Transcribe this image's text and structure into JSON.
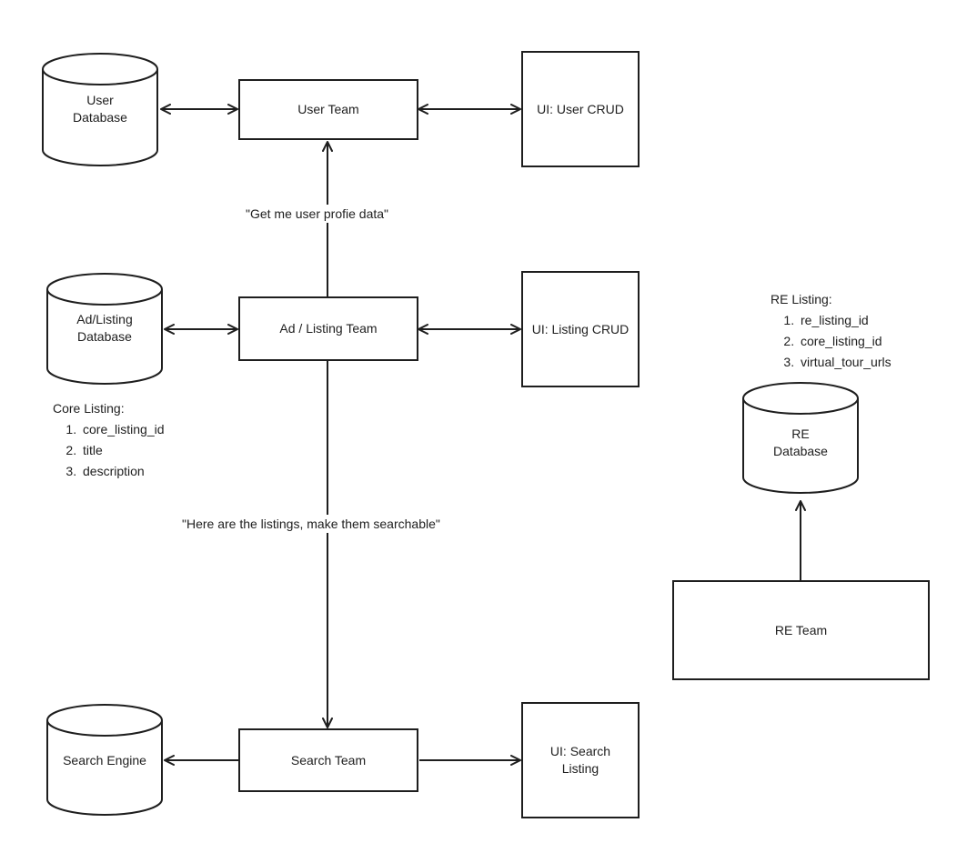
{
  "nodes": {
    "user_database": {
      "line1": "User",
      "line2": "Database"
    },
    "user_team": {
      "label": "User Team"
    },
    "ui_user_crud": {
      "label": "UI: User CRUD"
    },
    "listing_database": {
      "line1": "Ad/Listing",
      "line2": "Database"
    },
    "listing_team": {
      "label": "Ad / Listing Team"
    },
    "ui_listing_crud": {
      "label": "UI: Listing CRUD"
    },
    "search_engine": {
      "label": "Search Engine"
    },
    "search_team": {
      "label": "Search Team"
    },
    "ui_search_listing": {
      "line1": "UI: Search",
      "line2": "Listing"
    },
    "re_database": {
      "line1": "RE",
      "line2": "Database"
    },
    "re_team": {
      "label": "RE Team"
    }
  },
  "edges": {
    "get_user_profile": "\"Get me user profie data\"",
    "make_searchable": "\"Here are the listings, make them searchable\""
  },
  "notes": {
    "core_listing": {
      "title": "Core Listing:",
      "fields": [
        "core_listing_id",
        "title",
        "description"
      ]
    },
    "re_listing": {
      "title": "RE Listing:",
      "fields": [
        "re_listing_id",
        "core_listing_id",
        "virtual_tour_urls"
      ]
    }
  },
  "colors": {
    "stroke": "#1e1e1e",
    "background": "#ffffff"
  }
}
